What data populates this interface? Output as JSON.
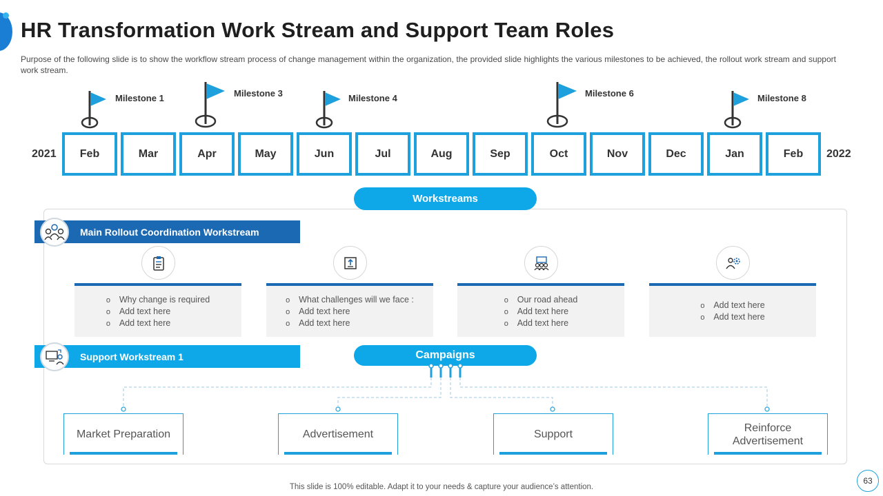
{
  "header": {
    "title": "HR Transformation Work Stream and Support Team Roles",
    "subtitle": "Purpose of the following slide is to show the workflow stream process of change management within the organization, the provided  slide highlights the various milestones to be achieved,  the rollout work stream and support work stream."
  },
  "timeline": {
    "start_year": "2021",
    "end_year": "2022",
    "months": [
      "Feb",
      "Mar",
      "Apr",
      "May",
      "Jun",
      "Jul",
      "Aug",
      "Sep",
      "Oct",
      "Nov",
      "Dec",
      "Jan",
      "Feb"
    ],
    "milestones": [
      "Milestone 1",
      "Milestone 3",
      "Milestone 4",
      "Milestone 6",
      "Milestone 8"
    ]
  },
  "workstreams": {
    "label": "Workstreams",
    "main_rollout": {
      "title": "Main Rollout Coordination Workstream",
      "cards": [
        {
          "icon": "clipboard-icon",
          "items": [
            "Why change is required",
            "Add text here",
            "Add text here"
          ]
        },
        {
          "icon": "document-arrow-icon",
          "items": [
            "What challenges will we face :",
            "Add text here",
            "Add text here"
          ]
        },
        {
          "icon": "team-board-icon",
          "items": [
            "Our road ahead",
            "Add text here",
            "Add text here"
          ]
        },
        {
          "icon": "people-gear-icon",
          "items": [
            "Add text here",
            "Add text here"
          ]
        }
      ]
    },
    "support": {
      "title": "Support Workstream 1"
    }
  },
  "campaigns": {
    "label": "Campaigns",
    "boxes": [
      "Market Preparation",
      "Advertisement",
      "Support",
      "Reinforce Advertisement"
    ]
  },
  "colors": {
    "accent": "#1ea0dc",
    "pill": "#0ea8e8",
    "dark_blue": "#1c69b3",
    "flag": "#1ea0dc"
  },
  "footer": {
    "note": "This slide is 100% editable. Adapt it to your needs & capture your audience’s attention.",
    "page_number": "63"
  }
}
